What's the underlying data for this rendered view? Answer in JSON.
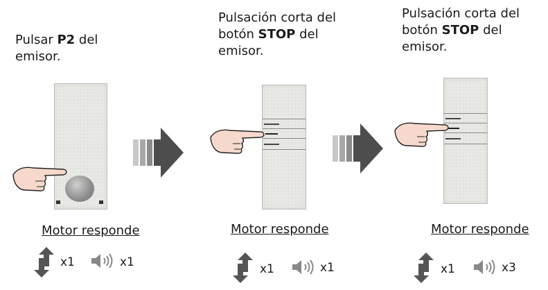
{
  "steps": [
    {
      "text_pre": "Pulsar ",
      "text_bold": "P2",
      "text_post": " del",
      "text_line2": "emisor.",
      "motor_label": "Motor responde",
      "move_count": "x1",
      "beep_count": "x1"
    },
    {
      "text_line1": "Pulsación corta del",
      "text_pre": "botón ",
      "text_bold": "STOP",
      "text_post": " del",
      "text_line3": "emisor.",
      "motor_label": "Motor responde",
      "move_count": "x1",
      "beep_count": "x1"
    },
    {
      "text_line1": "Pulsación corta del",
      "text_pre": "botón ",
      "text_bold": "STOP",
      "text_post": " del",
      "text_line3": "emisor.",
      "motor_label": "Motor responde",
      "move_count": "x1",
      "beep_count": "x3"
    }
  ],
  "icons": {
    "movement": "up-down-arrows-icon",
    "sound": "speaker-sound-icon",
    "next": "next-step-arrow-icon",
    "hand": "pointing-hand-icon"
  },
  "colors": {
    "arrow_dark": "#4d4d4d",
    "arrow_mid": "#8c8c8c",
    "arrow_light": "#c8c8c8",
    "hand_fill": "#f6d9cc"
  }
}
